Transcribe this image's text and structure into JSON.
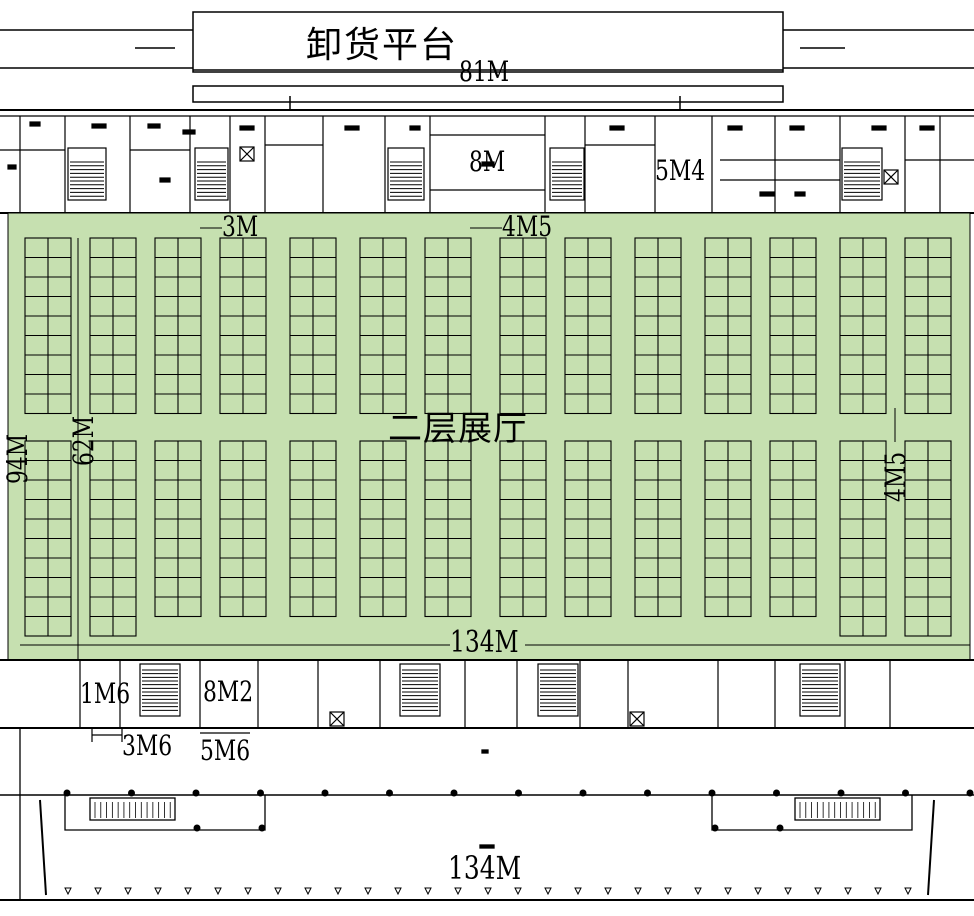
{
  "colors": {
    "hall_fill": "#c6e0b0",
    "line": "#000000",
    "background": "#ffffff"
  },
  "labels": {
    "loading_platform": "卸货平台",
    "platform_width": "81M",
    "corridor_width": "8M",
    "side_gap": "5M4",
    "aisle_left": "3M",
    "aisle_mid": "4M5",
    "hall_name": "二层展厅",
    "hall_depth_outer": "94M",
    "hall_depth_inner": "62M",
    "aisle_right": "4M5",
    "hall_width": "134M",
    "bottom_dim_1": "1M6",
    "bottom_dim_2": "8M2",
    "bottom_dim_3": "3M6",
    "bottom_dim_4": "5M6",
    "building_width": "134M"
  }
}
